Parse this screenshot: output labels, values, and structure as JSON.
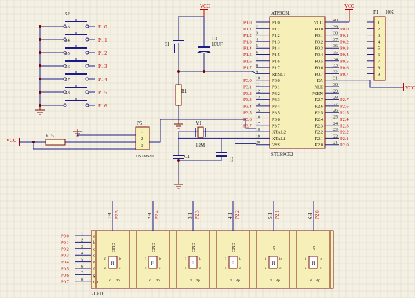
{
  "colors": {
    "background": "#f4f1e4",
    "grid": "#d8d4c4",
    "wire": "#1a1a8a",
    "component_fill": "#f7efb8",
    "component_stroke": "#7a1010",
    "net_label": "#c00000",
    "pin_text": "#1a1a1a",
    "junction": "#7a0000"
  },
  "switches": [
    {
      "name": "S2",
      "net": "P1.0"
    },
    {
      "name": "S3",
      "net": "P1.1"
    },
    {
      "name": "S4",
      "net": "P1.2"
    },
    {
      "name": "S5",
      "net": "P1.3"
    },
    {
      "name": "S6",
      "net": "P1.4"
    },
    {
      "name": "S7",
      "net": "P1.5"
    },
    {
      "name": "S8",
      "net": "P1.6"
    }
  ],
  "vcc": "VCC",
  "reset_circuit": {
    "switch": "S1",
    "cap": "C3",
    "cap_value": "10UF",
    "resistor": "R1"
  },
  "p5": {
    "name": "P5",
    "part": "DS18B20",
    "pins": [
      "1",
      "2",
      "3"
    ],
    "resistor": "R15",
    "vcc": "VCC"
  },
  "crystal": {
    "name": "Y1",
    "value": "12M",
    "c1": "C1",
    "c2": "C2"
  },
  "mcu": {
    "name": "AT89C51",
    "part": "STC89C52",
    "left_nets": [
      "P1.0",
      "P1.1",
      "P1.2",
      "P1.3",
      "P1.4",
      "P1.5",
      "P1.6",
      "P1.7",
      "",
      "P3.0",
      "P3.1",
      "P3.2",
      "P3.3",
      "P3.4",
      "P3.5",
      "P3.6",
      "P3.7",
      "",
      "",
      ""
    ],
    "left_pins": [
      "1",
      "2",
      "3",
      "4",
      "5",
      "6",
      "7",
      "8",
      "9",
      "10",
      "11",
      "12",
      "13",
      "14",
      "15",
      "16",
      "17",
      "18",
      "19",
      "20"
    ],
    "left_names": [
      "P1.0",
      "P1.1",
      "P1.2",
      "P1.3",
      "P1.4",
      "P1.5",
      "P1.6",
      "P1.7",
      "RESET",
      "P3.0",
      "P3.1",
      "P3.2",
      "P3.3",
      "P3.4",
      "P3.5",
      "P3.6",
      "P3.7",
      "XTAL2",
      "XTAL1",
      "VSS"
    ],
    "right_names": [
      "VCC",
      "P0.0",
      "P0.1",
      "P0.2",
      "P0.3",
      "P0.4",
      "P0.5",
      "P0.6",
      "P0.7",
      "EA",
      "ALE",
      "PSEN",
      "P2.7",
      "P2.6",
      "P2.5",
      "P2.4",
      "P2.3",
      "P2.2",
      "P2.1",
      "P2.0"
    ],
    "right_pins": [
      "40",
      "39",
      "38",
      "37",
      "36",
      "35",
      "34",
      "33",
      "32",
      "31",
      "30",
      "29",
      "28",
      "27",
      "26",
      "25",
      "24",
      "23",
      "22",
      "21"
    ],
    "right_nets": [
      "VCC",
      "P0.0",
      "P0.1",
      "P0.2",
      "P0.3",
      "P0.4",
      "P0.5",
      "P0.6",
      "P0.7",
      "",
      "",
      "",
      "P2.7",
      "P2.6",
      "P2.5",
      "P2.4",
      "P2.3",
      "P2.2",
      "P2.1",
      "P2.0"
    ]
  },
  "p1": {
    "name": "P1",
    "value": "10K",
    "pins": [
      "1",
      "2",
      "3",
      "4",
      "5",
      "6",
      "7",
      "8",
      "9"
    ],
    "vcc": "VCC"
  },
  "display": {
    "name": "7LED",
    "inputs": [
      "P0.0",
      "P0.1",
      "P0.2",
      "P0.3",
      "P0.4",
      "P0.5",
      "P0.6",
      "P0.7"
    ],
    "seg_letters": [
      "a",
      "b",
      "c",
      "d",
      "e",
      "f",
      "g",
      "dp"
    ],
    "seg_pins": [
      "1",
      "2",
      "3",
      "4",
      "5",
      "6",
      "7",
      "8"
    ],
    "digits": [
      {
        "pin": "1H",
        "net": "P2.5"
      },
      {
        "pin": "2H",
        "net": "P2.4"
      },
      {
        "pin": "3H",
        "net": "P2.3"
      },
      {
        "pin": "4H",
        "net": "P2.2"
      },
      {
        "pin": "5H",
        "net": "P2.1"
      },
      {
        "pin": "6H",
        "net": "P2.0"
      }
    ],
    "digit_texts": {
      "gnd": "GND",
      "eight": "8",
      "f": "f",
      "b": "b",
      "e": "e",
      "c": "c",
      "d": "d",
      "dp": ".dp"
    }
  }
}
